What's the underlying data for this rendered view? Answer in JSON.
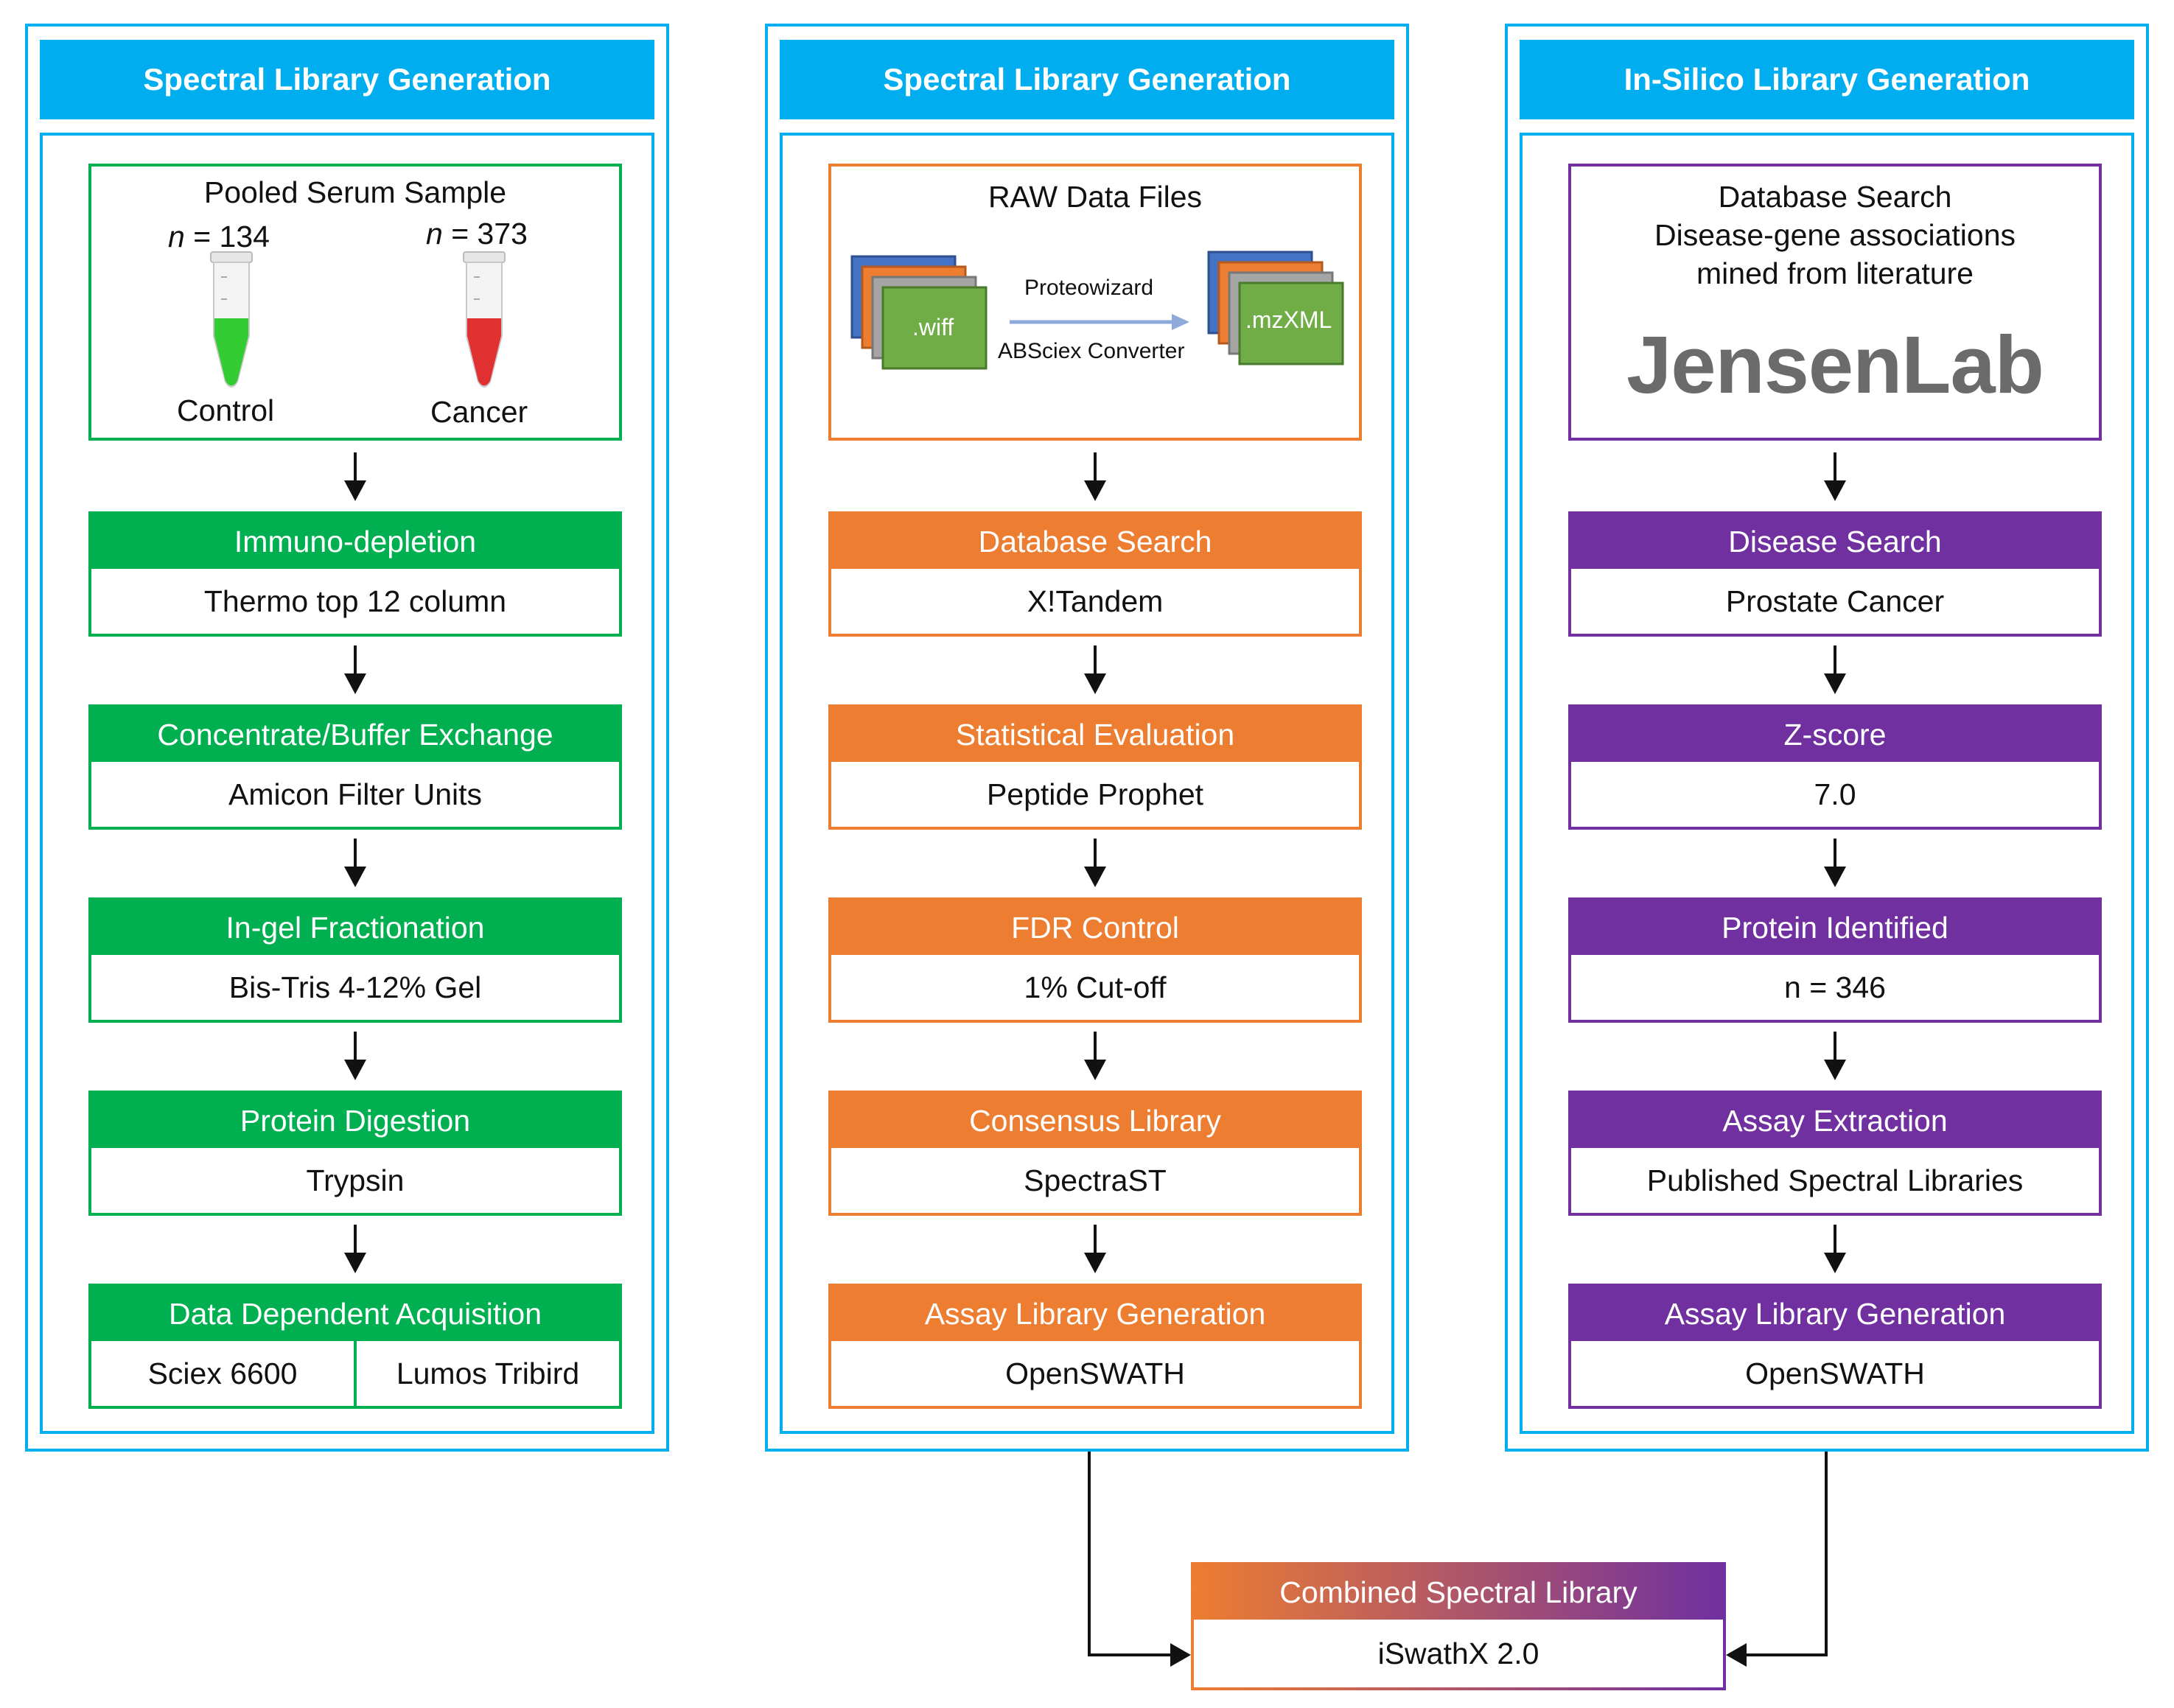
{
  "columns": [
    {
      "header": "Spectral Library Generation",
      "top": {
        "title": "Pooled Serum Sample",
        "n_left_label": "n",
        "n_left_value": " = 134",
        "n_right_label": "n",
        "n_right_value": " = 373",
        "tube_left_label": "Control",
        "tube_right_label": "Cancer",
        "tube_left_color": "#33cc33",
        "tube_right_color": "#e03030"
      },
      "steps": [
        {
          "title": "Immuno-depletion",
          "body": "Thermo top 12 column"
        },
        {
          "title": "Concentrate/Buffer Exchange",
          "body": "Amicon Filter Units"
        },
        {
          "title": "In-gel Fractionation",
          "body": "Bis-Tris 4-12% Gel"
        },
        {
          "title": "Protein Digestion",
          "body": "Trypsin"
        },
        {
          "title": "Data Dependent Acquisition",
          "body_left": "Sciex 6600",
          "body_right": "Lumos Tribird"
        }
      ]
    },
    {
      "header": "Spectral Library Generation",
      "top": {
        "title": "RAW Data Files",
        "file_in": ".wiff",
        "file_out": ".mzXML",
        "tool_top": "Proteowizard",
        "tool_bottom": "ABSciex Converter"
      },
      "steps": [
        {
          "title": "Database Search",
          "body": "X!Tandem"
        },
        {
          "title": "Statistical Evaluation",
          "body": "Peptide Prophet"
        },
        {
          "title": "FDR Control",
          "body": "1% Cut-off"
        },
        {
          "title": "Consensus Library",
          "body": "SpectraST"
        },
        {
          "title": "Assay Library Generation",
          "body": "OpenSWATH"
        }
      ]
    },
    {
      "header": "In-Silico Library Generation",
      "top": {
        "line1": "Database Search",
        "line2": "Disease-gene associations",
        "line3": "mined from literature",
        "logo": "JensenLab"
      },
      "steps": [
        {
          "title": "Disease Search",
          "body": "Prostate Cancer"
        },
        {
          "title": "Z-score",
          "body": "7.0"
        },
        {
          "title": "Protein Identified",
          "body": "n = 346"
        },
        {
          "title": "Assay Extraction",
          "body": "Published Spectral Libraries"
        },
        {
          "title": "Assay Library Generation",
          "body": "OpenSWATH"
        }
      ]
    }
  ],
  "combined": {
    "title": "Combined Spectral Library",
    "body": "iSwathX 2.0"
  },
  "colors": {
    "frame": "#00aeef",
    "green": "#00b050",
    "orange": "#ed7d31",
    "purple": "#7030a0"
  }
}
